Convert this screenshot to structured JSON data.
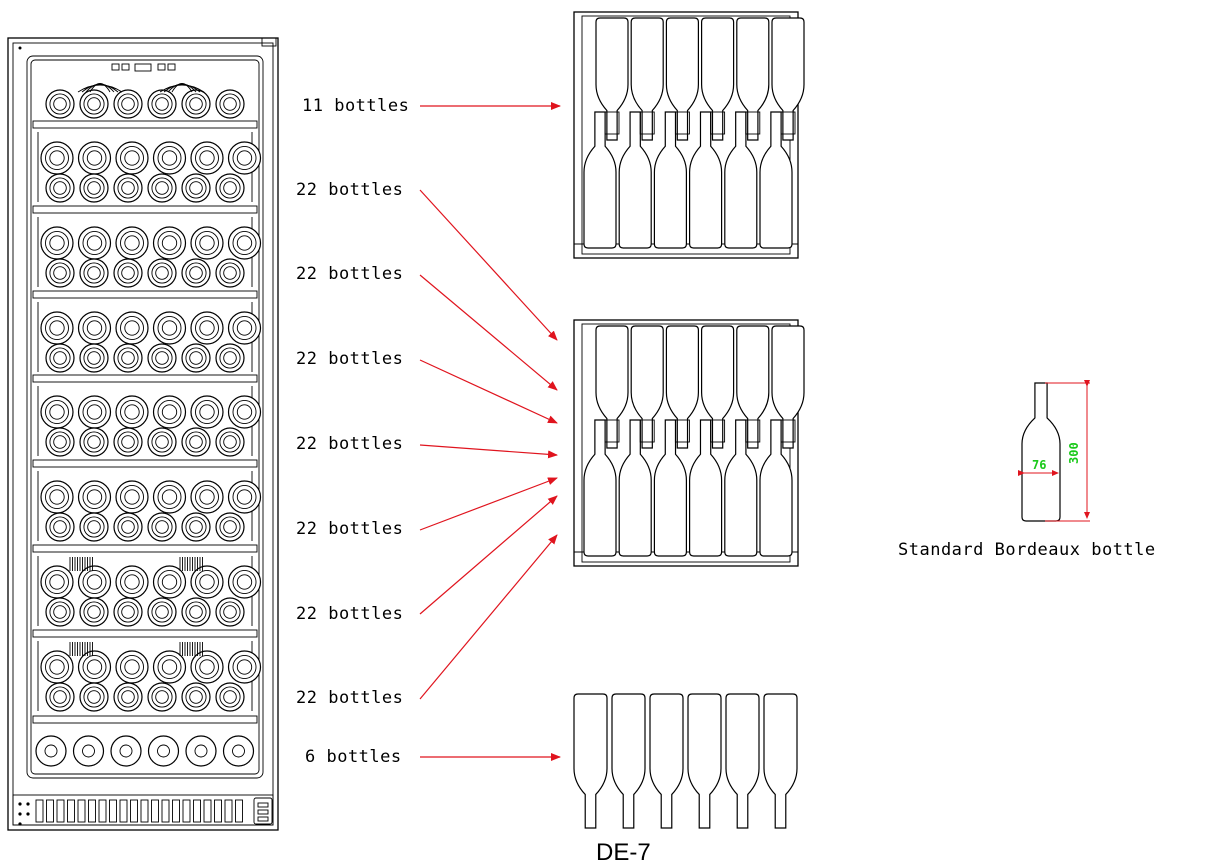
{
  "shelf_labels": [
    "11 bottles",
    "22 bottles",
    "22 bottles",
    "22 bottles",
    "22 bottles",
    "22 bottles",
    "22 bottles",
    "22 bottles",
    "6 bottles"
  ],
  "bottle_caption": "Standard Bordeaux bottle",
  "dimensions": {
    "width": "76",
    "height": "300"
  },
  "model": "DE-7",
  "colors": {
    "arrow": "#e0141e",
    "dimension": "#19c919",
    "line": "#000000"
  }
}
